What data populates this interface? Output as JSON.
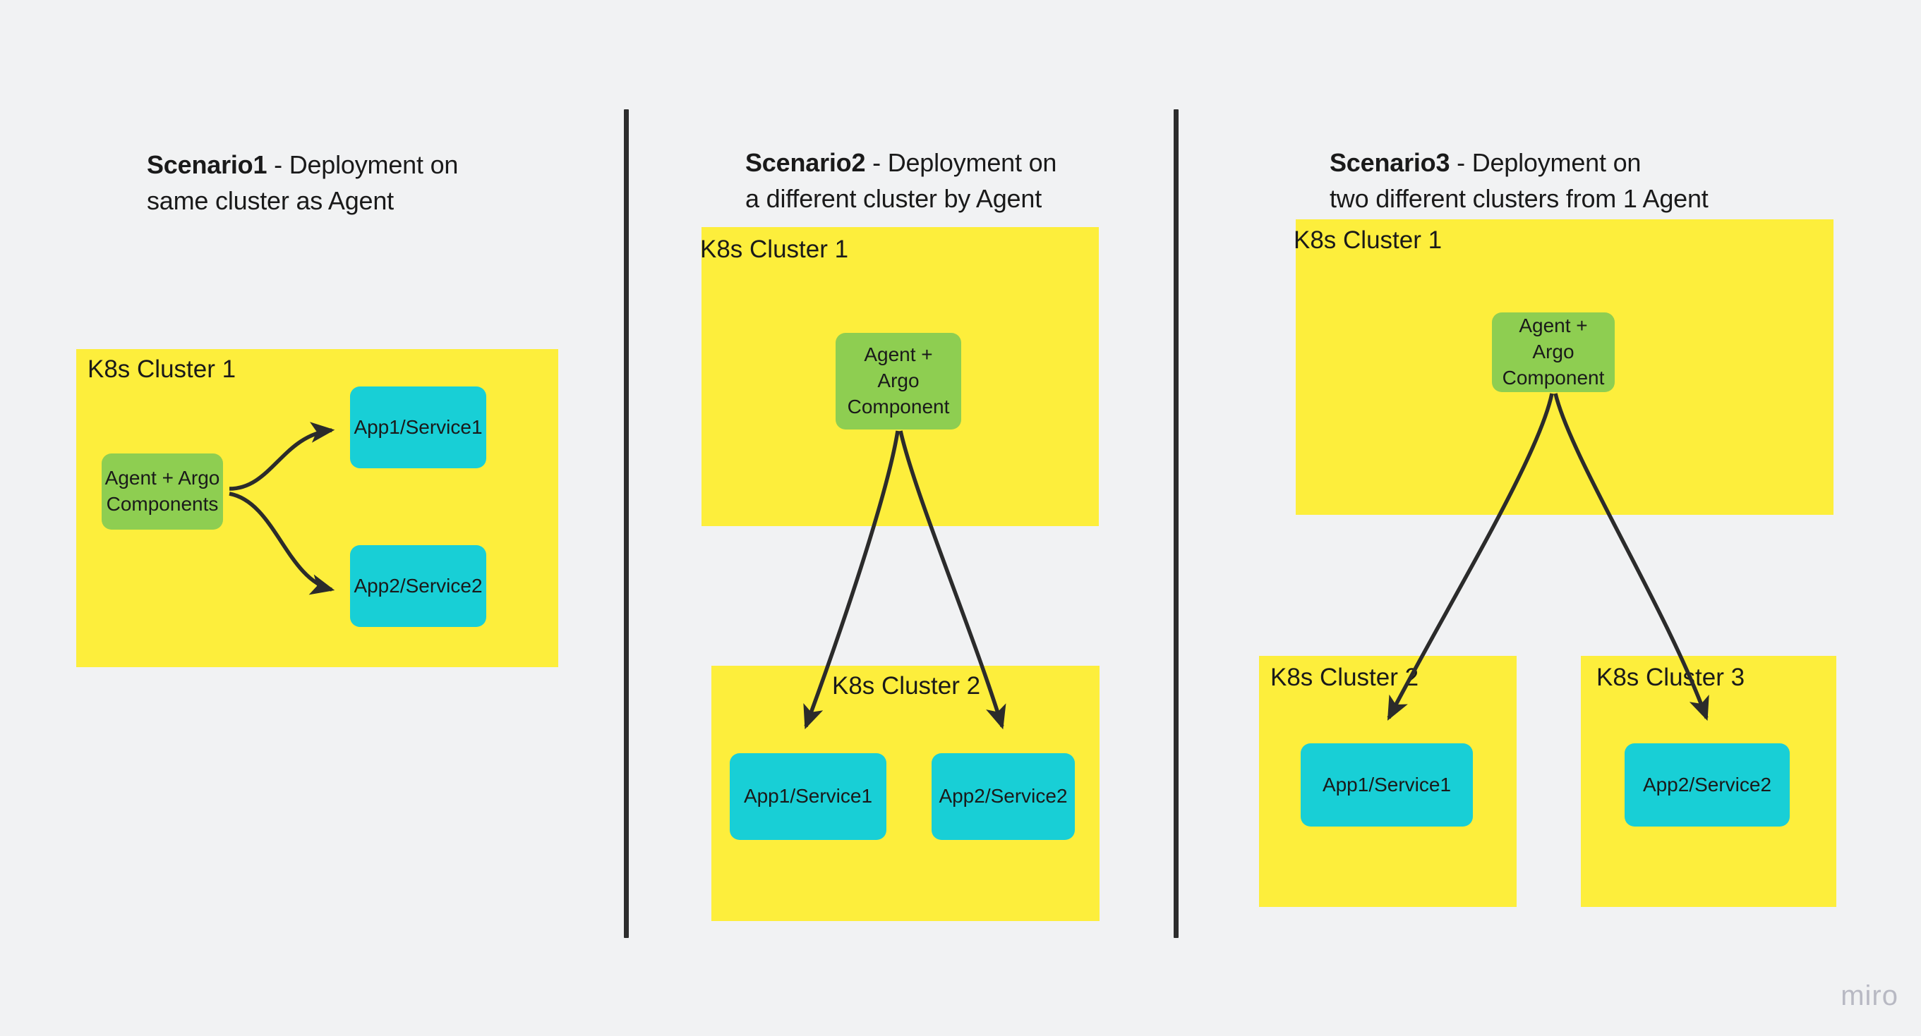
{
  "board": {
    "background_color": "#f1f2f3",
    "watermark": "miro"
  },
  "palette": {
    "cluster_yellow": "#fdee3c",
    "agent_green": "#8ece51",
    "app_cyan": "#18cfd6",
    "text_dark": "#1a1a1a",
    "divider_dark": "#2d2d2d",
    "watermark_gray": "#b8b9c3"
  },
  "scenarios": [
    {
      "id": "scenario1",
      "title_bold": "Scenario1",
      "title_rest": " - Deployment on\nsame cluster as Agent",
      "clusters": [
        {
          "label": "K8s Cluster 1"
        }
      ],
      "nodes": [
        {
          "label": "Agent + Argo\nComponents",
          "kind": "agent"
        },
        {
          "label": "App1/Service1",
          "kind": "app"
        },
        {
          "label": "App2/Service2",
          "kind": "app"
        }
      ]
    },
    {
      "id": "scenario2",
      "title_bold": "Scenario2",
      "title_rest": " - Deployment on\na different cluster by Agent",
      "clusters": [
        {
          "label": "K8s Cluster 1"
        },
        {
          "label": "K8s Cluster 2"
        }
      ],
      "nodes": [
        {
          "label": "Agent +\nArgo\nComponent",
          "kind": "agent"
        },
        {
          "label": "App1/Service1",
          "kind": "app"
        },
        {
          "label": "App2/Service2",
          "kind": "app"
        }
      ]
    },
    {
      "id": "scenario3",
      "title_bold": "Scenario3",
      "title_rest": " - Deployment on\ntwo different clusters from 1 Agent",
      "clusters": [
        {
          "label": "K8s Cluster 1"
        },
        {
          "label": "K8s Cluster 2"
        },
        {
          "label": "K8s Cluster 3"
        }
      ],
      "nodes": [
        {
          "label": "Agent +\nArgo\nComponent",
          "kind": "agent"
        },
        {
          "label": "App1/Service1",
          "kind": "app"
        },
        {
          "label": "App2/Service2",
          "kind": "app"
        }
      ]
    }
  ]
}
